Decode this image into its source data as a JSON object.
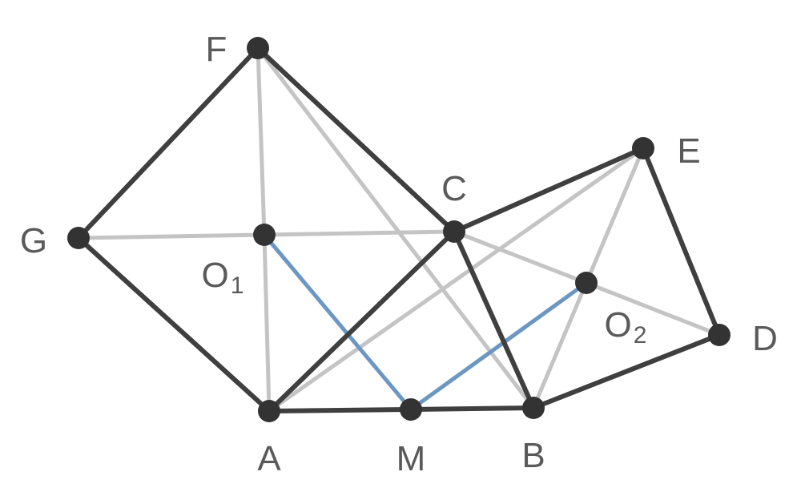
{
  "diagram": {
    "points": [
      {
        "id": "F",
        "label": "F",
        "sub": ""
      },
      {
        "id": "G",
        "label": "G",
        "sub": ""
      },
      {
        "id": "O1",
        "label": "O",
        "sub": "1"
      },
      {
        "id": "A",
        "label": "A",
        "sub": ""
      },
      {
        "id": "M",
        "label": "M",
        "sub": ""
      },
      {
        "id": "B",
        "label": "B",
        "sub": ""
      },
      {
        "id": "C",
        "label": "C",
        "sub": ""
      },
      {
        "id": "E",
        "label": "E",
        "sub": ""
      },
      {
        "id": "O2",
        "label": "O",
        "sub": "2"
      },
      {
        "id": "D",
        "label": "D",
        "sub": ""
      }
    ],
    "segments": [
      {
        "from": "F",
        "to": "O1",
        "style": "light"
      },
      {
        "from": "F",
        "to": "B",
        "style": "light"
      },
      {
        "from": "G",
        "to": "O1",
        "style": "light"
      },
      {
        "from": "O1",
        "to": "C",
        "style": "light"
      },
      {
        "from": "O1",
        "to": "A",
        "style": "light"
      },
      {
        "from": "A",
        "to": "E",
        "style": "light"
      },
      {
        "from": "C",
        "to": "O2",
        "style": "light"
      },
      {
        "from": "O2",
        "to": "D",
        "style": "light"
      },
      {
        "from": "E",
        "to": "B",
        "style": "light"
      },
      {
        "from": "O1",
        "to": "M",
        "style": "blue"
      },
      {
        "from": "M",
        "to": "O2",
        "style": "blue"
      },
      {
        "from": "F",
        "to": "G",
        "style": "dark"
      },
      {
        "from": "F",
        "to": "C",
        "style": "dark"
      },
      {
        "from": "G",
        "to": "A",
        "style": "dark"
      },
      {
        "from": "A",
        "to": "C",
        "style": "dark"
      },
      {
        "from": "A",
        "to": "M",
        "style": "dark"
      },
      {
        "from": "M",
        "to": "B",
        "style": "dark"
      },
      {
        "from": "C",
        "to": "B",
        "style": "dark"
      },
      {
        "from": "C",
        "to": "E",
        "style": "dark"
      },
      {
        "from": "E",
        "to": "D",
        "style": "dark"
      },
      {
        "from": "B",
        "to": "D",
        "style": "dark"
      }
    ],
    "colors": {
      "dark": "#3f3f3f",
      "light": "#c4c4c4",
      "blue": "#6c97c2",
      "point": "#333333",
      "label": "#5a5a5a"
    }
  }
}
